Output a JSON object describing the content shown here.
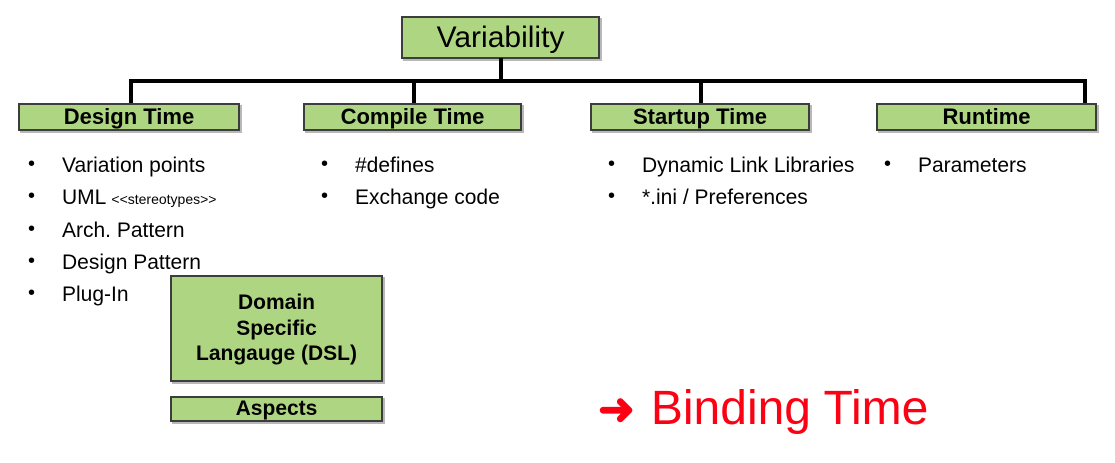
{
  "diagram": {
    "root": {
      "label": "Variability"
    },
    "categories": [
      {
        "label": "Design Time"
      },
      {
        "label": "Compile Time"
      },
      {
        "label": "Startup Time"
      },
      {
        "label": "Runtime"
      }
    ],
    "lists": {
      "design_time": [
        {
          "text": "Variation points",
          "note": ""
        },
        {
          "text": "UML ",
          "note": "<<stereotypes>>"
        },
        {
          "text": "Arch. Pattern",
          "note": ""
        },
        {
          "text": "Design Pattern",
          "note": ""
        },
        {
          "text": "Plug-In",
          "note": ""
        }
      ],
      "compile_time": [
        {
          "text": "#defines",
          "note": ""
        },
        {
          "text": "Exchange code",
          "note": ""
        }
      ],
      "startup_time": [
        {
          "text": "Dynamic Link Libraries",
          "note": ""
        },
        {
          "text": "*.ini / Preferences",
          "note": ""
        }
      ],
      "runtime": [
        {
          "text": "Parameters",
          "note": ""
        }
      ]
    },
    "extra_boxes": [
      {
        "lines": [
          "Domain",
          "Specific",
          "Langauge (DSL)"
        ]
      },
      {
        "lines": [
          "Aspects"
        ]
      }
    ],
    "callout": {
      "arrow": "➜",
      "text": "Binding Time"
    },
    "colors": {
      "box_fill": "#aed581",
      "box_border": "#3d3d3d",
      "connector": "#000000",
      "callout": "#fc0014",
      "text": "#000000"
    }
  }
}
